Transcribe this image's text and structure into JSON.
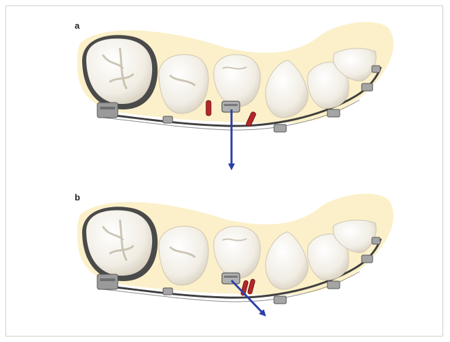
{
  "figure": {
    "panels": [
      {
        "label": "a",
        "force_direction": "vertical"
      },
      {
        "label": "b",
        "force_direction": "oblique"
      }
    ],
    "colors": {
      "palate": "#fbf0c9",
      "tooth": "#f6f3ec",
      "tooth_shadow": "#d9d2c4",
      "wire": "#4a4a4a",
      "bracket": "#9a9a9a",
      "spring": "#b5262a",
      "arrow": "#2b3fa8"
    }
  }
}
